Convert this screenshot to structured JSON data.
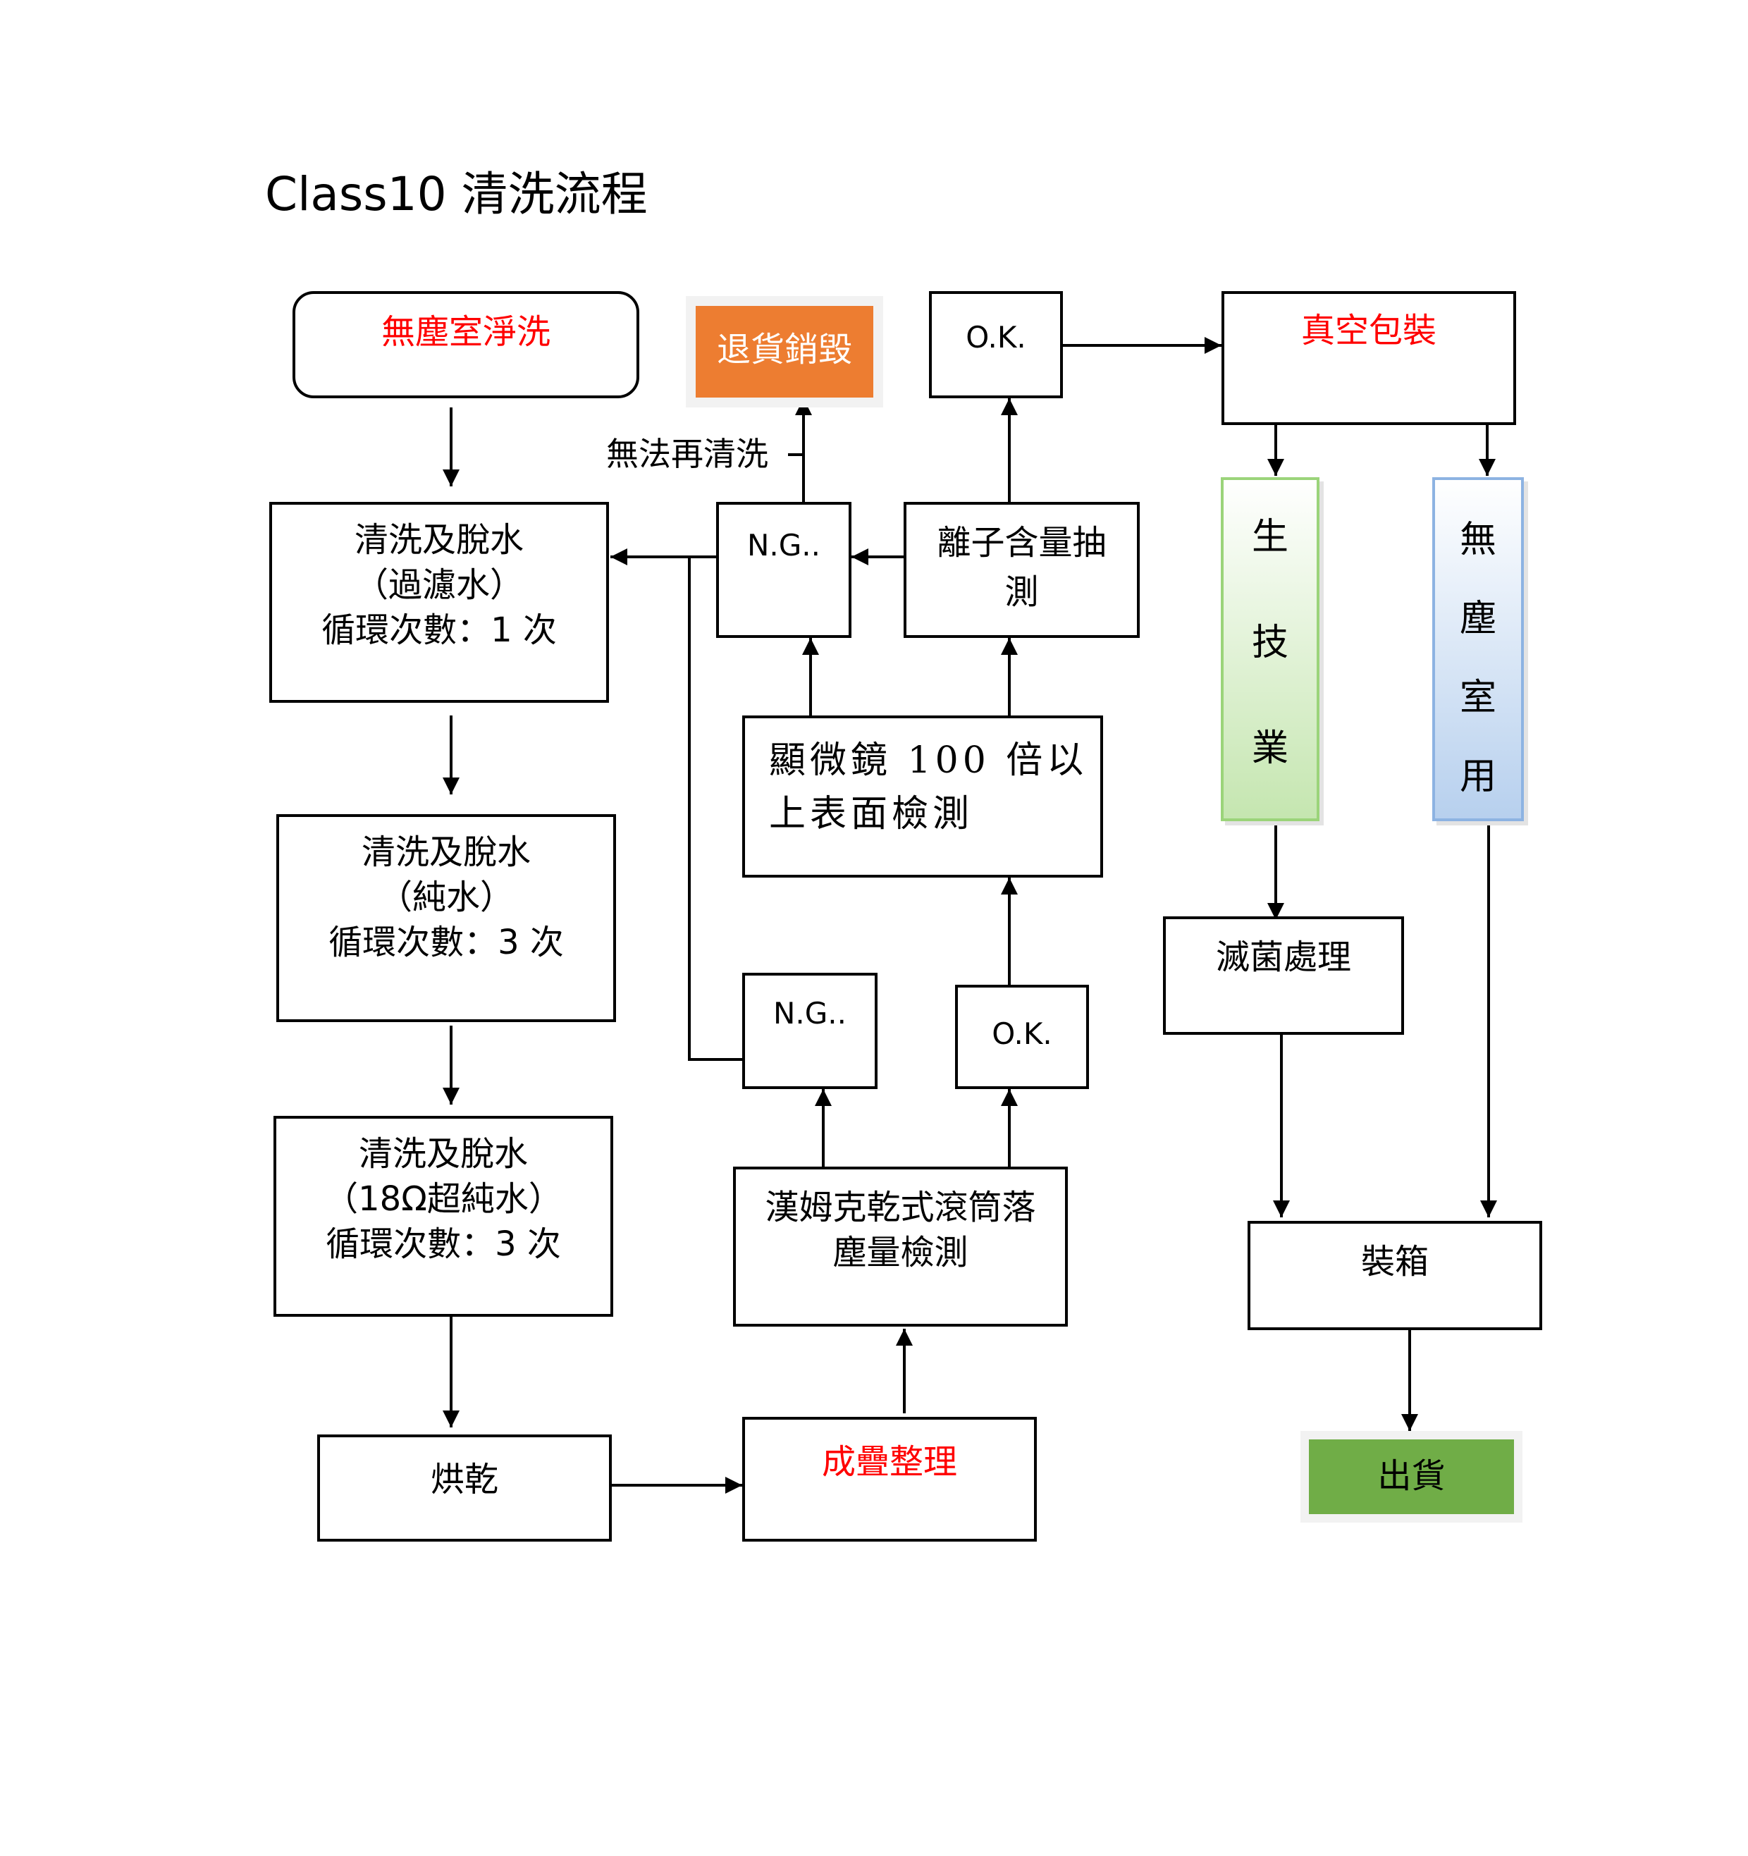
{
  "title": "Class10 清洗流程",
  "colors": {
    "red_text": "#ff0000",
    "orange_fill": "#ed7d31",
    "green_fill": "#70ad47",
    "green_gradient_border": "#9bd47a",
    "blue_gradient_border": "#8db3e2"
  },
  "nodes": {
    "cleanroom_wash": "無塵室淨洗",
    "wash1": {
      "line1": "清洗及脫水",
      "line2": "（過濾水）",
      "line3": "循環次數：1 次"
    },
    "wash2": {
      "line1": "清洗及脫水",
      "line2": "（純水）",
      "line3": "循環次數：3 次"
    },
    "wash3": {
      "line1": "清洗及脫水",
      "line2": "（18Ω超純水）",
      "line3": "循環次數：3 次"
    },
    "dry": "烘乾",
    "stack_sort": "成疊整理",
    "helmke": {
      "line1": "漢姆克乾式滾筒落",
      "line2": "塵量檢測"
    },
    "ng_lower": "N.G..",
    "ok_lower": "O.K.",
    "microscope": {
      "line1": "顯微鏡 100 倍以",
      "line2": "上表面檢測"
    },
    "ng_upper": "N.G..",
    "ion_test": {
      "line1": "離子含量抽",
      "line2": "測"
    },
    "ok_upper": "O.K.",
    "return_destroy": "退貨銷毀",
    "cannot_rewash": "無法再清洗",
    "vacuum_pack": "真空包裝",
    "biotech": [
      "生",
      "技",
      "業"
    ],
    "cleanroom_use": [
      "無",
      "塵",
      "室",
      "用"
    ],
    "sterilize": "滅菌處理",
    "boxing": "裝箱",
    "ship": "出貨"
  }
}
